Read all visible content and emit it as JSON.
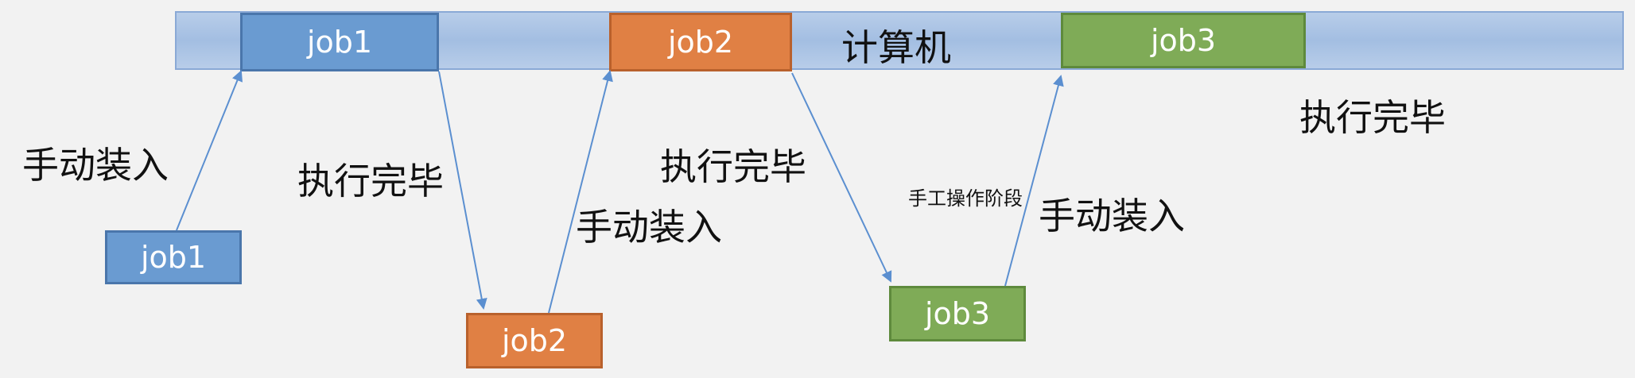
{
  "bar": {
    "label": "计算机"
  },
  "jobs": {
    "top_job1": "job1",
    "top_job2": "job2",
    "top_job3": "job3",
    "bottom_job1": "job1",
    "bottom_job2": "job2",
    "bottom_job3": "job3"
  },
  "labels": {
    "load_1": "手动装入",
    "load_2": "手动装入",
    "load_3": "手动装入",
    "done_1": "执行完毕",
    "done_2": "执行完毕",
    "done_3": "执行完毕",
    "manual_phase": "手工操作阶段"
  },
  "colors": {
    "arrow": "#5b8fd0",
    "job1": "#6a9bd1",
    "job2": "#e08044",
    "job3": "#7fab57",
    "bar": "#a3bee2"
  }
}
